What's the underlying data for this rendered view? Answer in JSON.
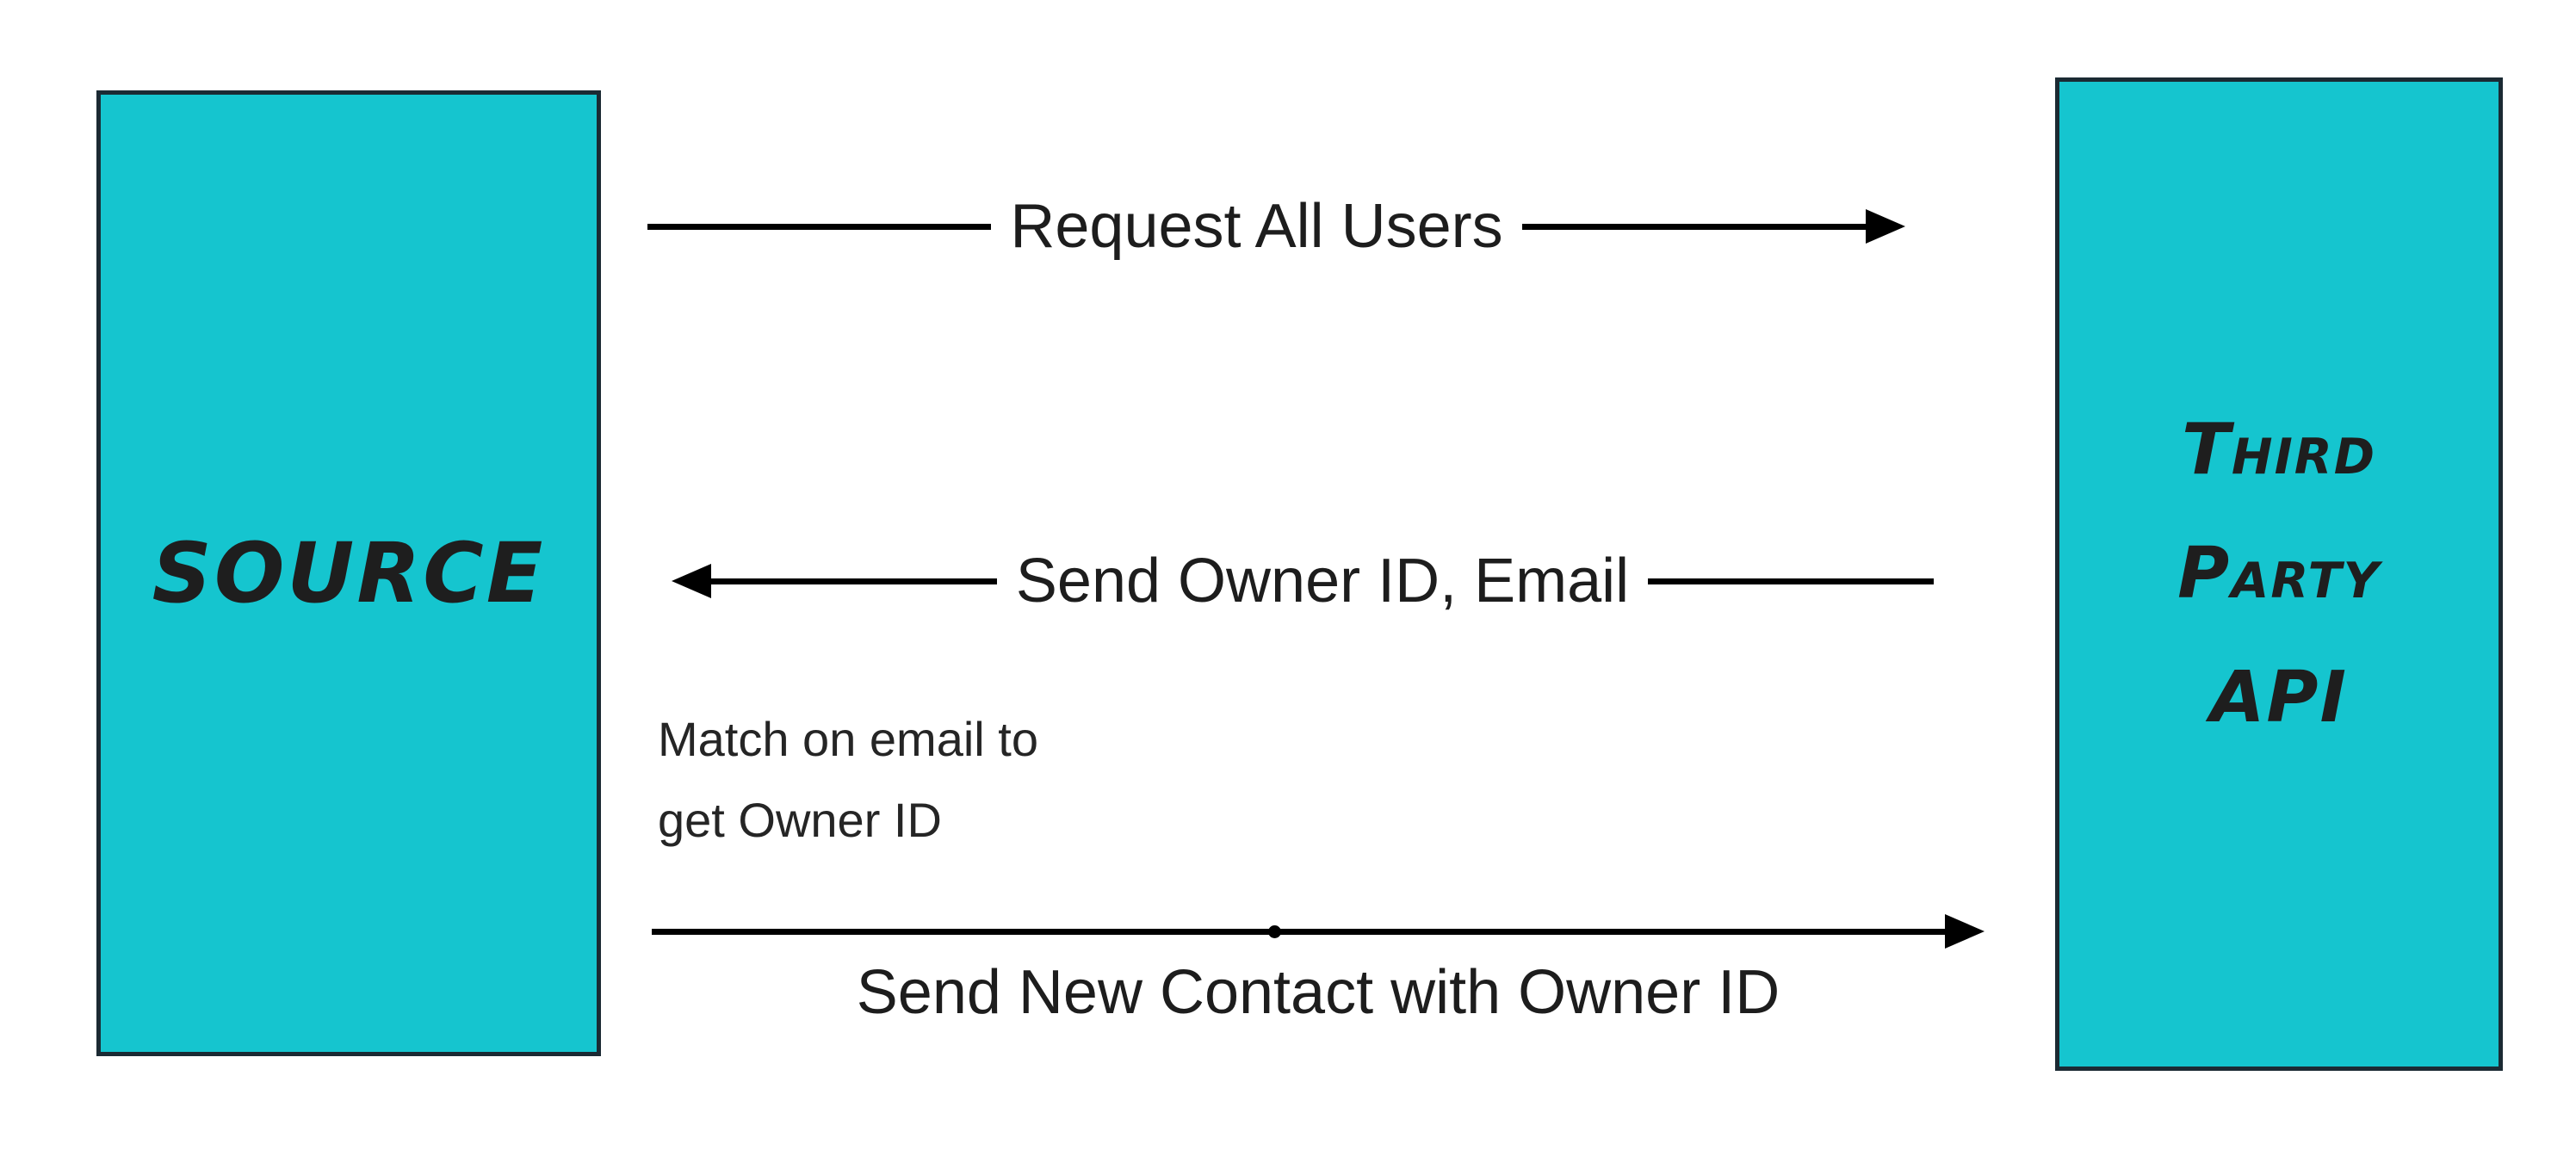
{
  "diagram": {
    "type": "sequence-diagram",
    "actors": {
      "source": {
        "label": "SOURCE"
      },
      "third_party_api": {
        "lines": [
          "Third",
          "Party",
          "API"
        ]
      }
    },
    "messages": [
      {
        "label": "Request All Users",
        "from": "source",
        "to": "third_party_api",
        "direction": "right"
      },
      {
        "label": "Send Owner ID, Email",
        "from": "third_party_api",
        "to": "source",
        "direction": "left"
      },
      {
        "label": "Send New Contact with Owner ID",
        "from": "source",
        "to": "third_party_api",
        "direction": "right"
      }
    ],
    "note": {
      "lines": [
        "Match on email to",
        "get Owner ID"
      ]
    },
    "colors": {
      "actor_fill": "#15c5cf",
      "actor_border": "#1b2a33",
      "arrow": "#000000",
      "text": "#1d1d1d"
    }
  }
}
